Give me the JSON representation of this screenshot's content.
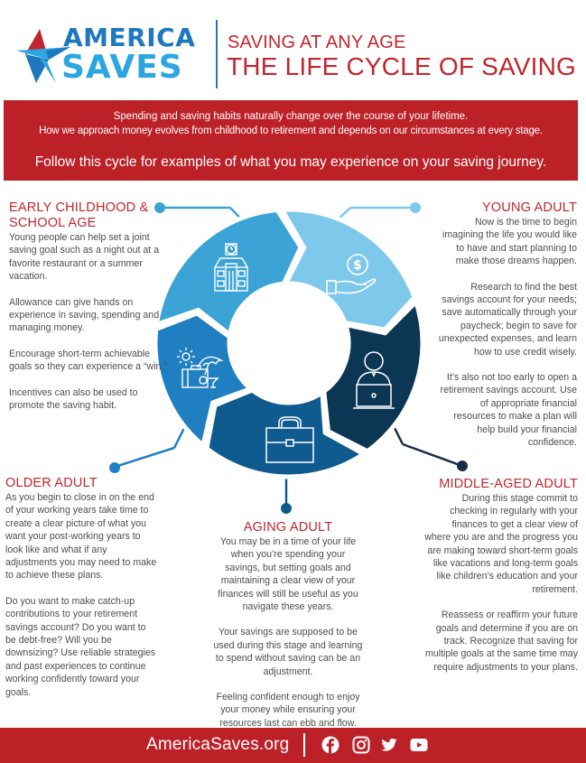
{
  "header": {
    "logo_line1": "AMERICA",
    "logo_line2": "SAVES",
    "subtitle": "SAVING AT ANY AGE",
    "title": "THE LIFE CYCLE OF SAVING"
  },
  "banner": {
    "line1": "Spending and saving habits naturally change over the course of your lifetime.",
    "line2": "How we approach money evolves from childhood to retirement and depends on our circumstances at every stage.",
    "cta": "Follow this cycle for examples of what you may experience on your saving journey."
  },
  "stages": {
    "early": {
      "title_line1": "EARLY CHILDHOOD &",
      "title_line2": "SCHOOL AGE",
      "paragraphs": [
        "Young people can help set a joint saving goal such as a night out at a favorite restaurant or a summer vacation.",
        "Allowance can give hands on experience in saving, spending and managing money.",
        "Encourage short-term achievable goals so they can experience a “win.”",
        "Incentives can also be used to promote the saving habit."
      ],
      "icon": "school-building-icon",
      "color": "#3ba3d5"
    },
    "young": {
      "title": "YOUNG ADULT",
      "paragraphs": [
        "Now is the time to begin imagining the life you would like to have and start planning to make those dreams happen.",
        "Research to find the best savings account for your needs; save automatically through your paycheck; begin to save for unexpected expenses, and learn how to use credit wisely.",
        "It’s also not too early to open a retirement savings account. Use of appropriate financial resources to make a plan will help build your financial confidence."
      ],
      "icon": "hand-dollar-coin-icon",
      "color": "#7ec8ec"
    },
    "middle": {
      "title": "MIDDLE-AGED ADULT",
      "paragraphs": [
        "During this stage commit to checking in regularly with your finances to get a clear view of where you are and the progress you are making toward short-term goals like vacations and long-term goals like children’s education and your retirement.",
        "Reassess or reaffirm your future goals and determine if you are on track. Recognize that saving for multiple goals at the same time may require adjustments to your plans."
      ],
      "icon": "person-laptop-icon",
      "color": "#0b3654"
    },
    "aging": {
      "title": "AGING ADULT",
      "paragraphs": [
        "You may be in a time of your life when you’re spending your savings, but setting goals and maintaining a clear view of your finances will still be useful as you navigate these years.",
        "Your savings are supposed to be used during this stage and learning to spend without saving can be an adjustment.",
        "Feeling confident enough to enjoy your money while ensuring your resources last can ebb and flow."
      ],
      "icon": "briefcase-icon",
      "color": "#0f5a8e"
    },
    "older": {
      "title": "OLDER ADULT",
      "paragraphs": [
        "As you begin to close in on the end of your working years take time to create a clear picture of what you want your post-working years to look like and what if any adjustments you may need to make to achieve these plans.",
        "Do you want to make catch-up contributions to your retirement savings account? Do you want to be debt-free? Will you be downsizing? Use reliable strategies and past experiences to continue working confidently toward your goals."
      ],
      "icon": "vacation-suitcase-umbrella-icon",
      "color": "#1f7fc0"
    }
  },
  "footer": {
    "url": "AmericaSaves.org",
    "social": [
      "facebook-icon",
      "instagram-icon",
      "twitter-icon",
      "youtube-icon"
    ]
  },
  "colors": {
    "brand_red": "#bd2128",
    "title_red": "#c0262d",
    "brand_blue": "#1f78bd",
    "light_blue": "#2ba6e0"
  }
}
